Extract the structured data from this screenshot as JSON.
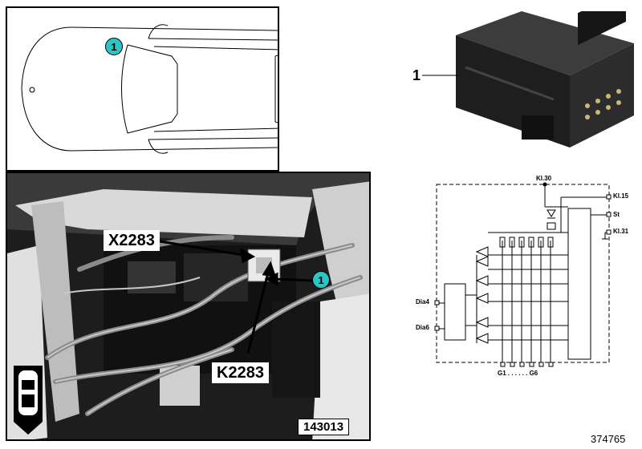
{
  "location_diagram": {
    "callout": "1"
  },
  "photo": {
    "label_top": "X2283",
    "label_bottom": "K2283",
    "callout": "1",
    "figure_number": "143013",
    "icon": "car-top-view-icon"
  },
  "component": {
    "number": "1"
  },
  "schematic": {
    "kl30": "Kl.30",
    "kl15": "Kl.15",
    "st": "St",
    "kl31": "Kl.31",
    "dia4": "Dia4",
    "dia6": "Dia6",
    "g_range": "G1 . . . . . . G6"
  },
  "document_number": "374765",
  "colors": {
    "callout_fill": "#2ec4c4"
  }
}
